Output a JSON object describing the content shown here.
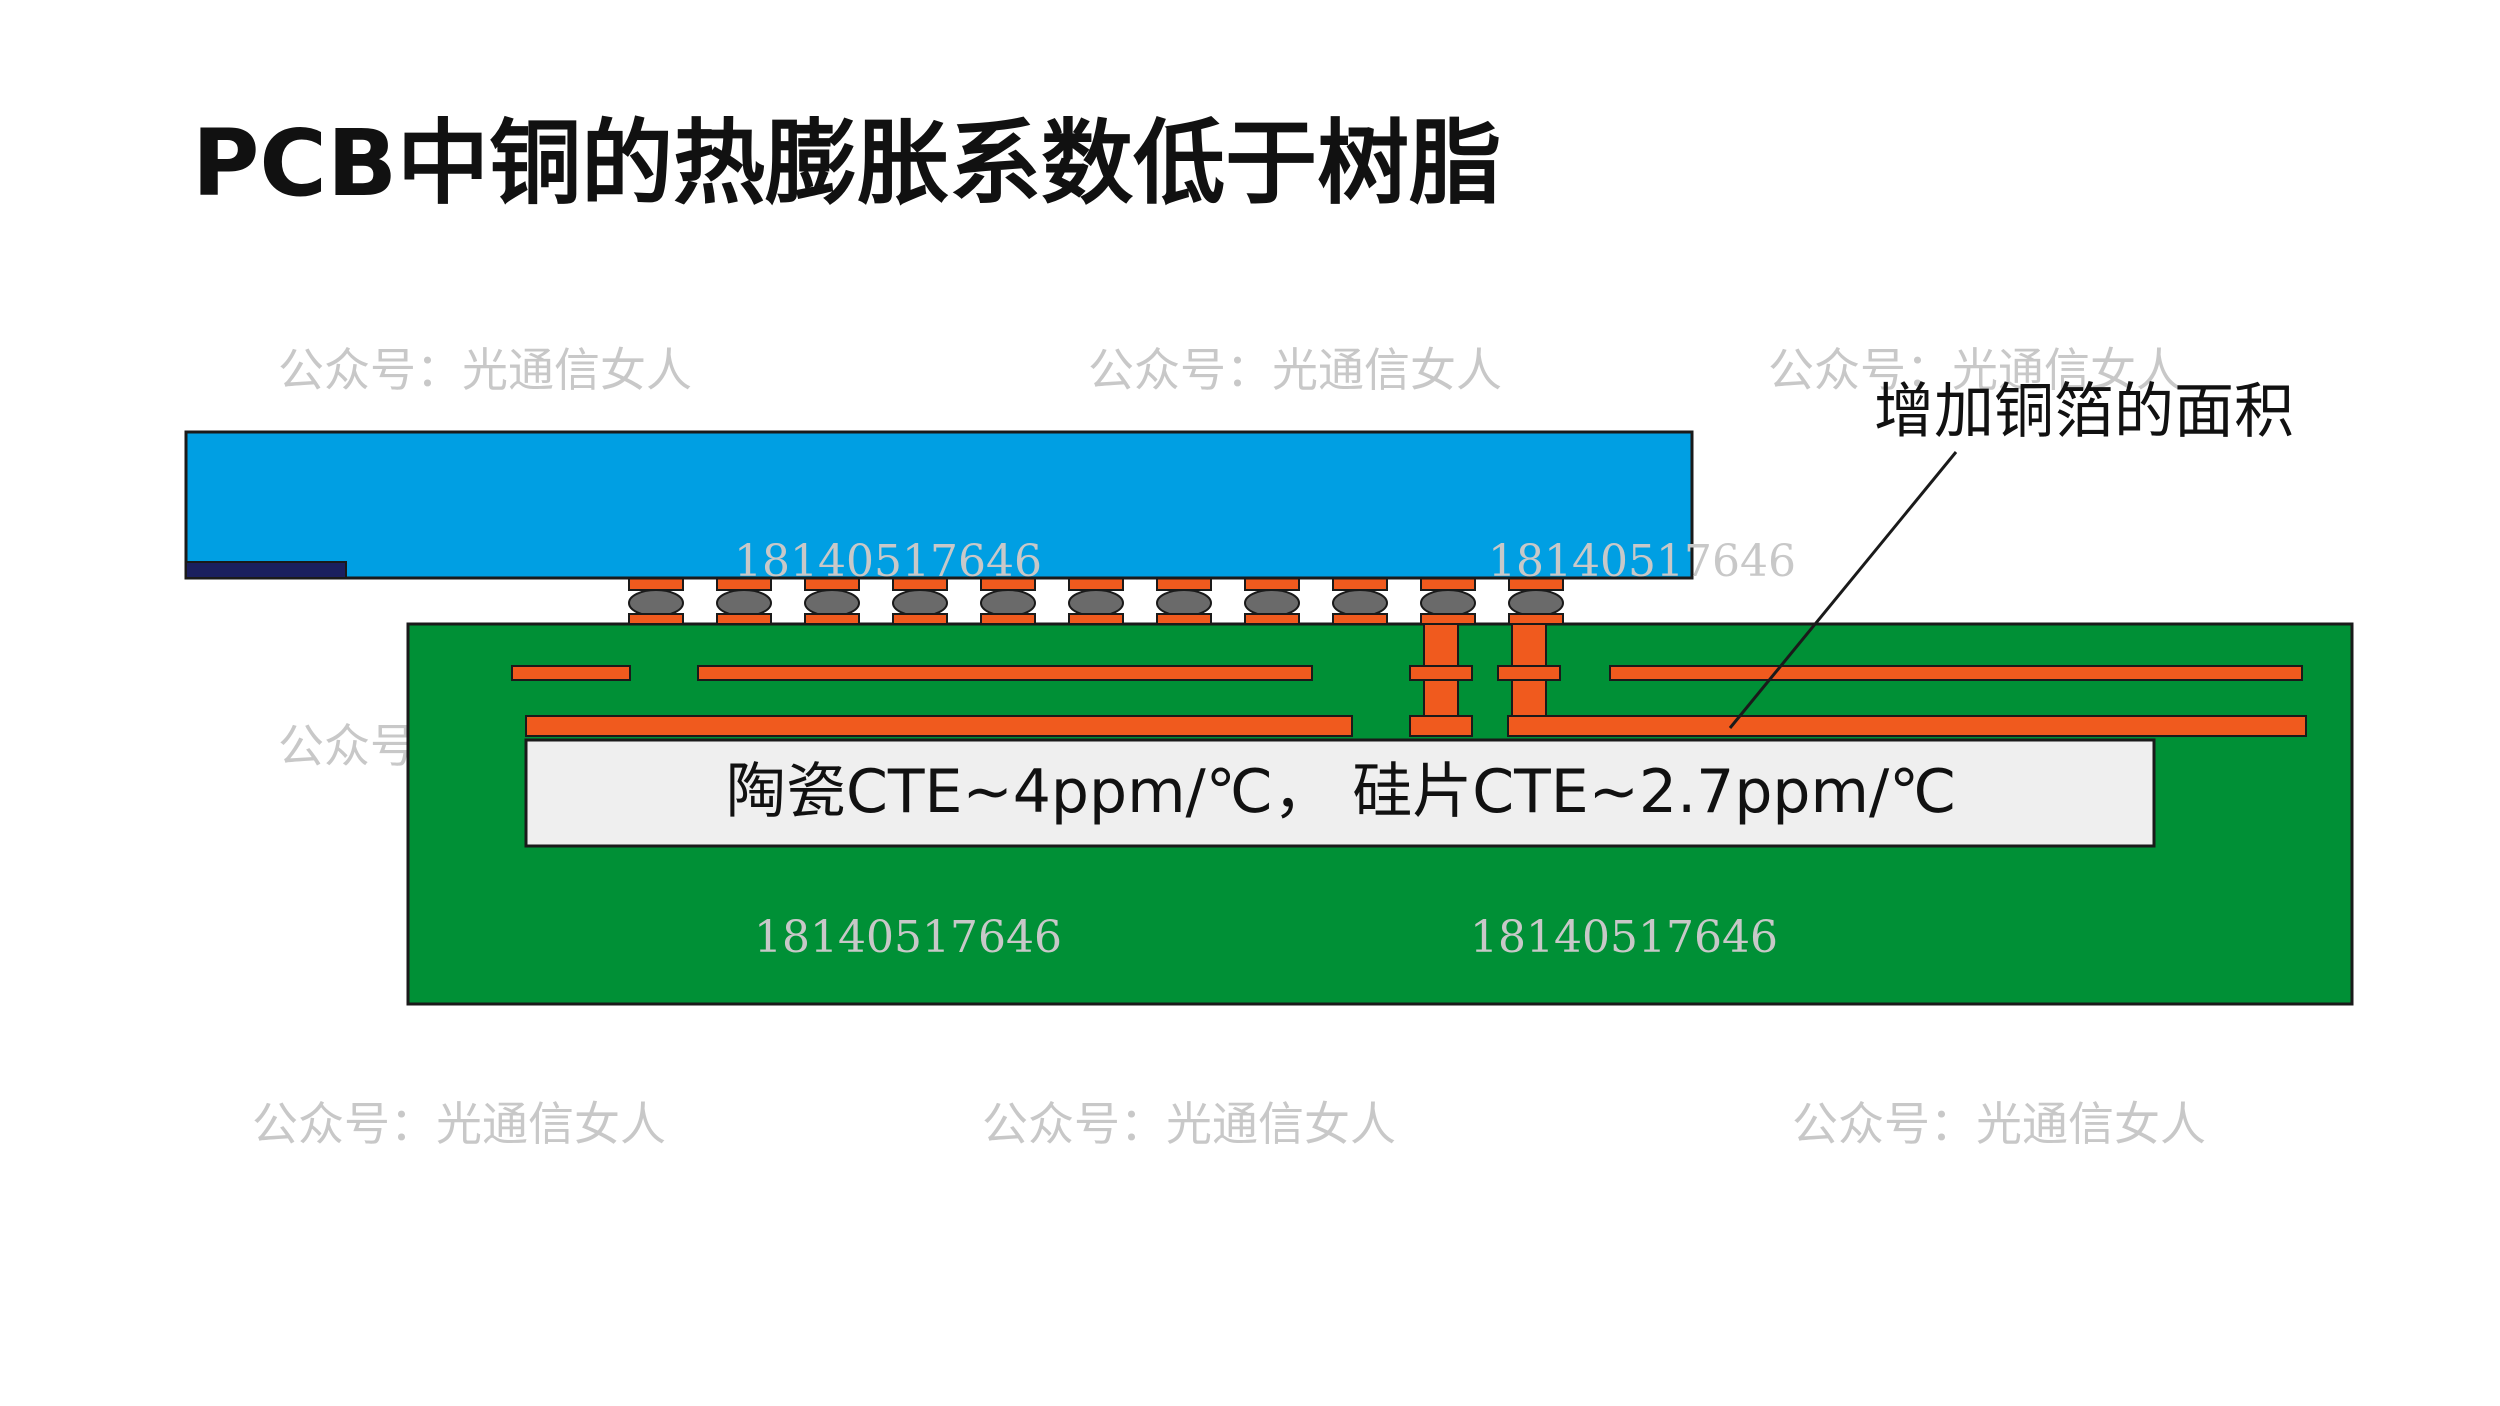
{
  "slide": {
    "title": "PCB中铜的热膨胀系数低于树脂",
    "annotation": "增加铜箔的面积",
    "cte_note": "陶瓷CTE~4ppm/℃， 硅片CTE~2.7ppm/℃"
  },
  "watermarks": {
    "account": "公众号：光通信女人",
    "phone": "18140517646"
  },
  "colors": {
    "chip": "#009fe3",
    "chip_pad": "#1a1f5e",
    "pcb": "#009036",
    "copper": "#f05a1e",
    "bump": "#6a6a6a",
    "ceramic": "#efefef",
    "outline": "#1a1a1a"
  }
}
